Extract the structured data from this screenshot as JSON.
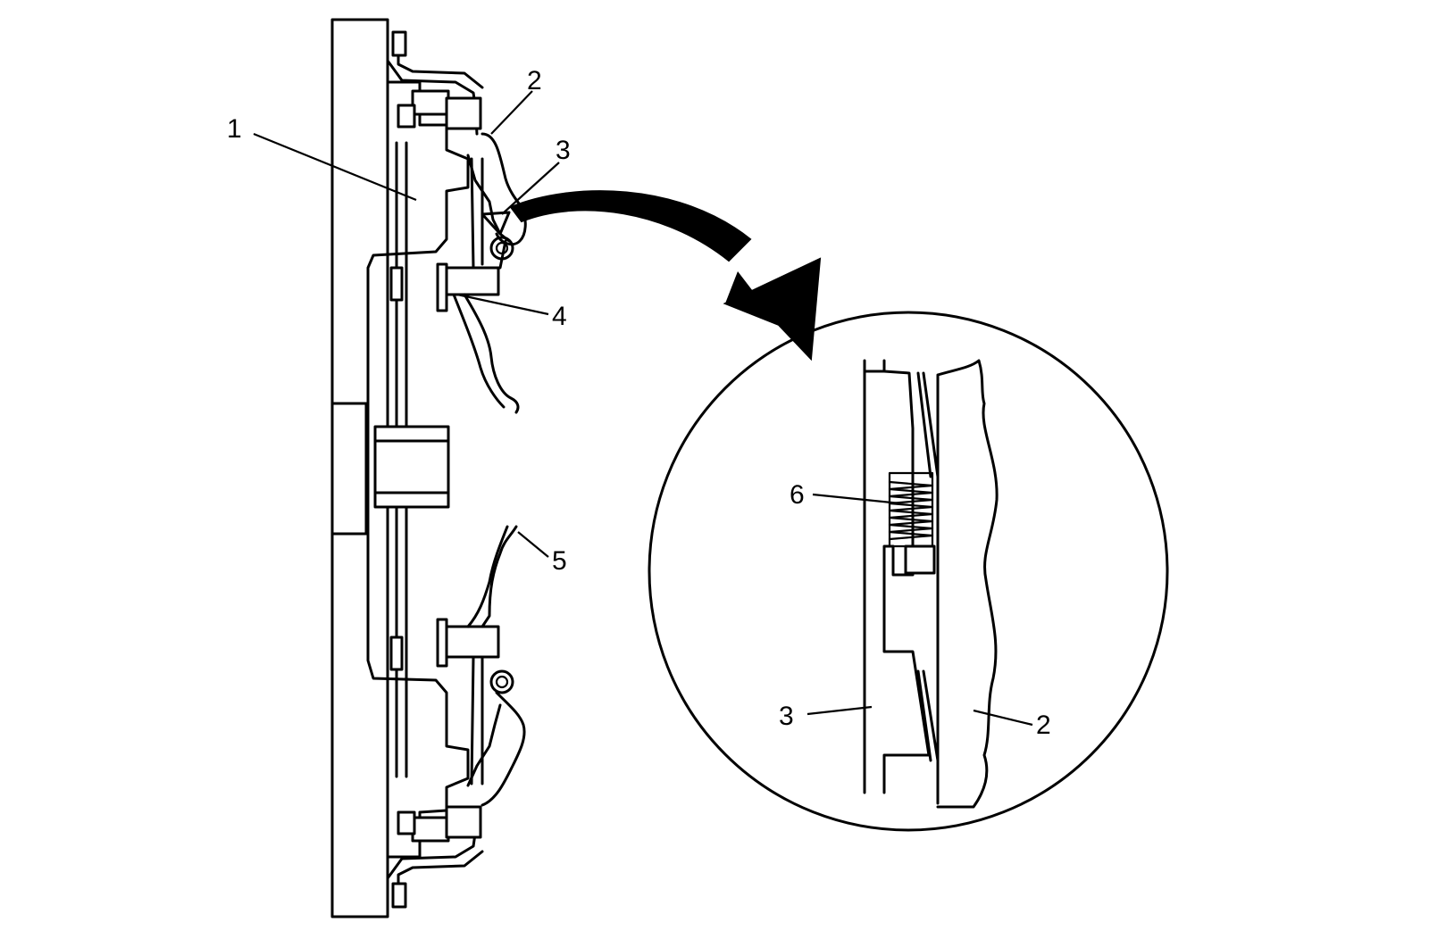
{
  "callouts": {
    "c1": "1",
    "c2": "2",
    "c3": "3",
    "c4": "4",
    "c5": "5",
    "c6": "6",
    "detail_c3": "3",
    "detail_c2": "2"
  },
  "colors": {
    "line": "#000000",
    "background": "#ffffff"
  }
}
